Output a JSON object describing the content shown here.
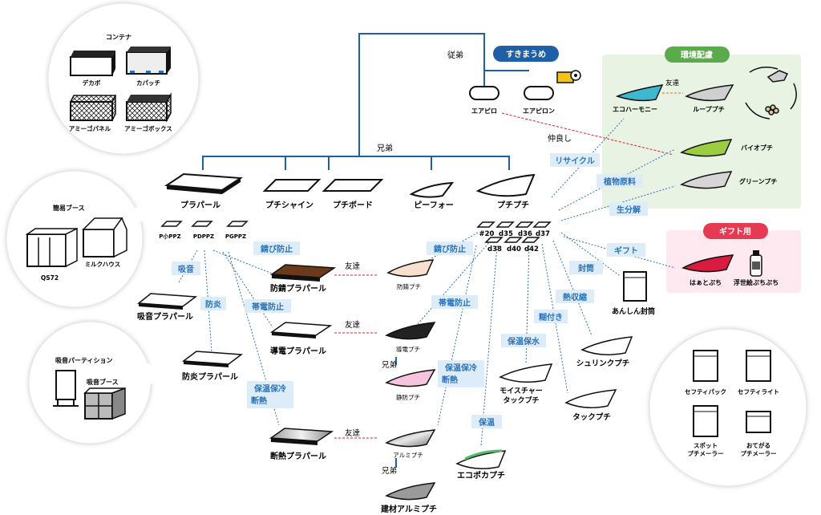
{
  "colors": {
    "blue": "#1f5fa8",
    "relation_bg": "#dcecf8",
    "relation_text": "#2b72b8",
    "green_bg": "#e8f3e4",
    "green_badge": "#5bab4c",
    "pink_bg": "#fde9ef",
    "red_badge": "#e63a52",
    "friend_line": "#e02020",
    "bubble_shadow": "#e3e3e3",
    "text": "#111111"
  },
  "container_bubble": {
    "title": "コンテナ",
    "items": [
      "デカボ",
      "カパッチ",
      "アミーゴパネル",
      "アミーゴボックス"
    ]
  },
  "booth_bubble": {
    "title": "簡易ブース",
    "items": [
      "QS72",
      "ミルクハウス"
    ]
  },
  "partition_bubble": {
    "title1": "吸音パーティション",
    "title2": "吸音ブース"
  },
  "envelope_bubble": {
    "items": [
      "セフティパック",
      "セフティライト",
      "スポット\nプチメーラー",
      "おてがる\nプチメーラー"
    ]
  },
  "relations": {
    "younger": "従弟",
    "brother": "兄弟",
    "buddy": "仲良し",
    "friend": "友達"
  },
  "badges": {
    "sukima": "すきまうめ",
    "kankyo": "環境配慮",
    "gift": "ギフト用"
  },
  "products": {
    "airpillow": "エアピロ",
    "airpillon": "エアピロン",
    "ecohamoni": "エコハーモニー",
    "looppuchi": "ループプチ",
    "biopuchi": "バイオプチ",
    "greenpuchi": "グリーンプチ",
    "hatoputi": "はぁとぷち",
    "ukiyoe": "浮世絵ぷちぷち",
    "anshin": "あんしん封筒",
    "pura": "プラパール",
    "puchishine": "プチシャイン",
    "puchiboard": "プチボード",
    "pifor": "ピーフォー",
    "puchipuchi": "プチプチ",
    "ppz1": "P小PPZ",
    "ppz2": "PDPPZ",
    "ppz3": "PGPPZ",
    "grades": [
      "#20",
      "d35",
      "d36",
      "d37",
      "d38",
      "d40",
      "d42"
    ],
    "bousei_pura": "防錆プラパール",
    "bousei_puchi": "防錆プチ",
    "kyuon_pura": "吸音プラパール",
    "bouen_pura": "防炎プラパール",
    "douden_pura": "導電プラパール",
    "douden_puchi": "導電プチ",
    "seibo_puchi": "静防プチ",
    "dannetsu_pura": "断熱プラパール",
    "alumi_puchi": "アルミプチ",
    "kenzai": "建材アルミプチ",
    "moist": "モイスチャー\nタックプチ",
    "tack": "タックプチ",
    "shrink": "シュリンクプチ",
    "ecopoka": "エコポカプチ"
  },
  "features": {
    "recycle": "リサイクル",
    "plant": "植物原料",
    "bio": "生分解",
    "gift": "ギフト",
    "fuutou": "封筒",
    "heat_shrink": "熱収縮",
    "glue": "糊付き",
    "warm_water": "保温保水",
    "warm": "保温",
    "antistatic": "帯電防止",
    "warm_insul": "保温保冷\n断熱",
    "rust": "錆び防止",
    "sound": "吸音",
    "fire": "防炎"
  }
}
